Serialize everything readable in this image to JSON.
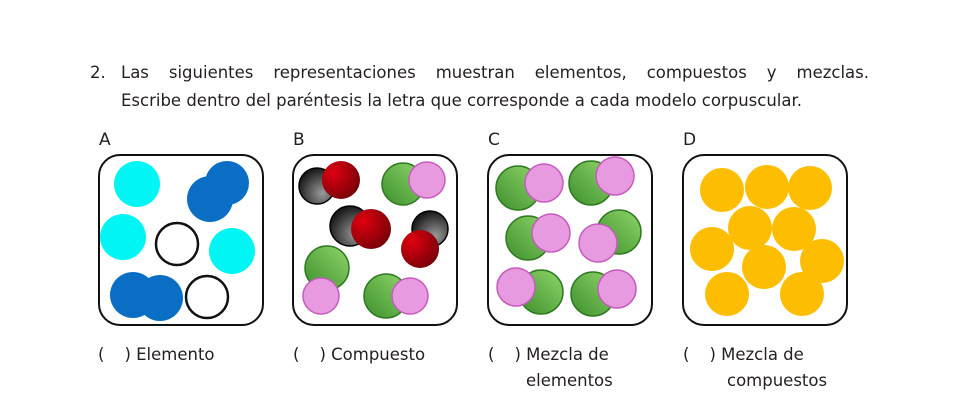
{
  "question": {
    "number": "2.",
    "line1": "Las siguientes representaciones muestran elementos, compuestos y mezclas.",
    "line2": "Escribe dentro del paréntesis la letra que corresponde a cada modelo corpuscular."
  },
  "models": [
    {
      "letter": "A"
    },
    {
      "letter": "B"
    },
    {
      "letter": "C"
    },
    {
      "letter": "D"
    }
  ],
  "options": [
    {
      "paren_open": "(",
      "paren_close": ")",
      "label_line1": "Elemento",
      "label_line2": ""
    },
    {
      "paren_open": "(",
      "paren_close": ")",
      "label_line1": "Compuesto",
      "label_line2": ""
    },
    {
      "paren_open": "(",
      "paren_close": ")",
      "label_line1": "Mezcla de",
      "label_line2": "elementos"
    },
    {
      "paren_open": "(",
      "paren_close": ")",
      "label_line1": "Mezcla de",
      "label_line2": "compuestos"
    }
  ],
  "colors": {
    "cyan": "#00f5f5",
    "blue": "#0a6fc4",
    "red": "#c00010",
    "black_atom": "#3a3a3a",
    "green": "#5fb24a",
    "pink": "#e79ae0",
    "yellow": "#fdbd00"
  }
}
